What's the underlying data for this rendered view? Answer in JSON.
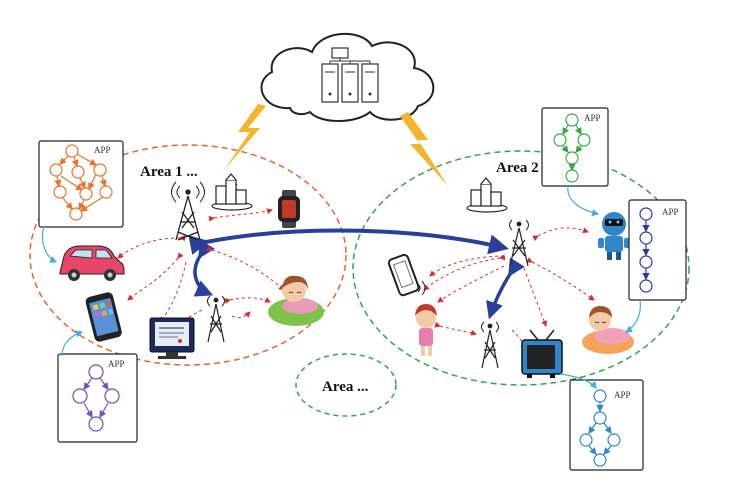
{
  "labels": {
    "area1": "Area 1 ...",
    "area2": "Area 2 ...",
    "area3": "Area ...",
    "app": "APP"
  },
  "colors": {
    "area1_border": "#e8652a",
    "area2_border": "#2ea84a",
    "area3_border": "#2ea84a",
    "red_arrow": "#e0282c",
    "blue_arrow": "#2a3f9a",
    "lightning": "#f5b52a",
    "app_orange": "#e8742a",
    "app_green": "#3aa84a",
    "app_blue_dark": "#2e3aa0",
    "app_purple": "#7b4fb0",
    "app_blue_light": "#2f86c8"
  },
  "icons": [
    "cloud-server-icon",
    "lightning-icon",
    "tower-icon",
    "buildings-icon",
    "smartwatch-icon",
    "car-icon",
    "smartphone-icon",
    "monitor-icon",
    "sleeping-child-icon",
    "mobile-phone-icon",
    "person-icon",
    "robot-icon",
    "tv-icon"
  ]
}
